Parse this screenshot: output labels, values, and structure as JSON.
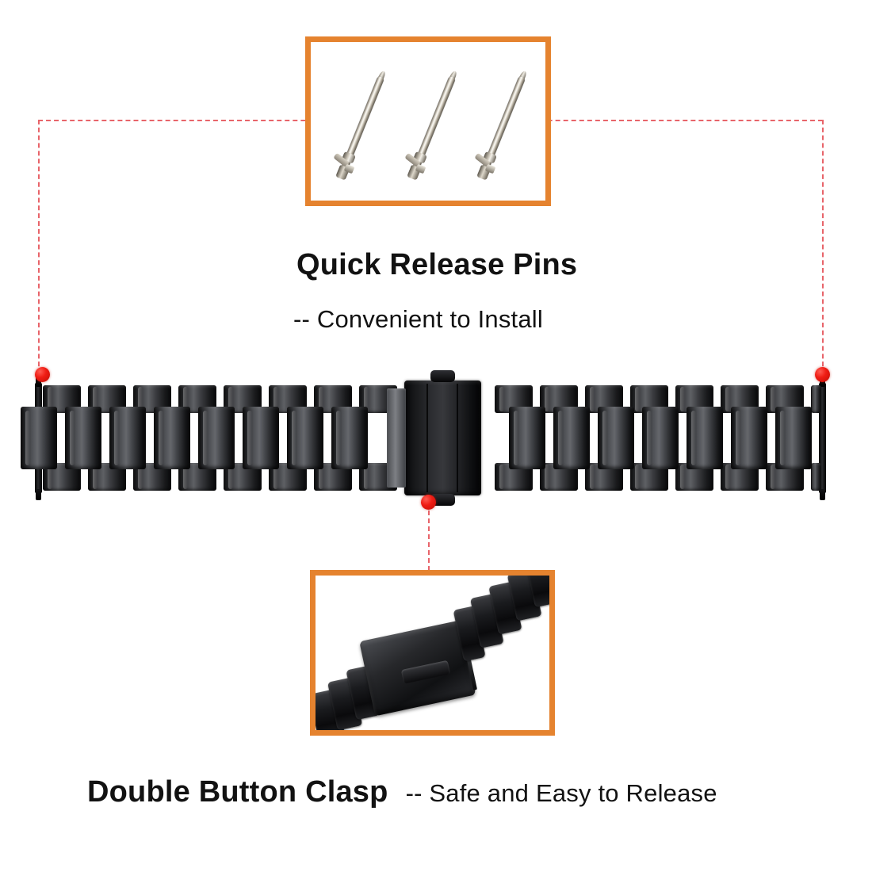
{
  "colors": {
    "accent_orange": "#e5832f",
    "guide_red": "#e8646a",
    "marker_red": "#ef1d14",
    "text": "#121212",
    "background": "#ffffff",
    "band_black": "#0b0b0c"
  },
  "callouts": {
    "pins": {
      "box_label": "quick-release-pins-photo",
      "photo_caption": "three silver quick release spring bar pins",
      "title": "Quick Release Pins",
      "subtitle": "-- Convenient to Install",
      "pin_count": 3
    },
    "clasp": {
      "box_label": "double-button-clasp-photo",
      "photo_caption": "black stainless steel double button folding clasp",
      "title": "Double Button Clasp",
      "subtitle": "-- Safe and Easy to Release"
    }
  },
  "product": {
    "name": "stainless steel watch band",
    "finish": "black",
    "link_style": "three-link",
    "clasp_buttons": 2
  },
  "markers": {
    "left_pin_label": "left-lug-marker",
    "right_pin_label": "right-lug-marker",
    "clasp_label": "clasp-marker"
  },
  "icons": {
    "dot": "red-dot-marker",
    "guide": "dashed-guide-line"
  }
}
